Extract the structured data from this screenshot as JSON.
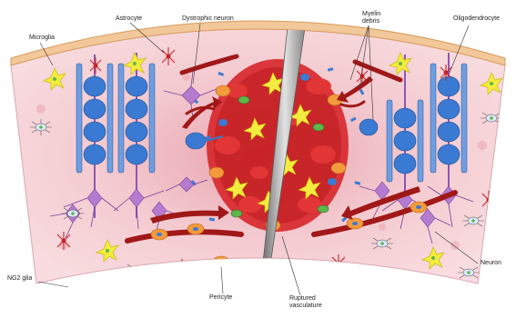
{
  "labels": {
    "microglia": "Microglia",
    "astrocyte": "Astrocyte",
    "dystrophic_neuron": "Dystrophic neuron",
    "myelin_debris": "Myelin debris",
    "oligodendrocyte": "Oligodendrocyte",
    "ng2_glia": "NG2 glia",
    "pericyte": "Pericyte",
    "ruptured_vasculature": "Ruptured vasculature",
    "neuron": "Neuron"
  },
  "colors": {
    "tissue": "#f6d5d8",
    "tissue_dark": "#ecb5be",
    "pia": "#f0c896",
    "lesion_red": "#cc1a1a",
    "vessel": "#a01818",
    "myelin_blue": "#3a7ad2",
    "axon_purple": "#8e56b2",
    "microglia_yellow": "#f3ec3e",
    "astrocyte_red": "#c9242b",
    "pericyte_orange": "#f39a3c",
    "probe_gray": "#9a9a9a"
  }
}
